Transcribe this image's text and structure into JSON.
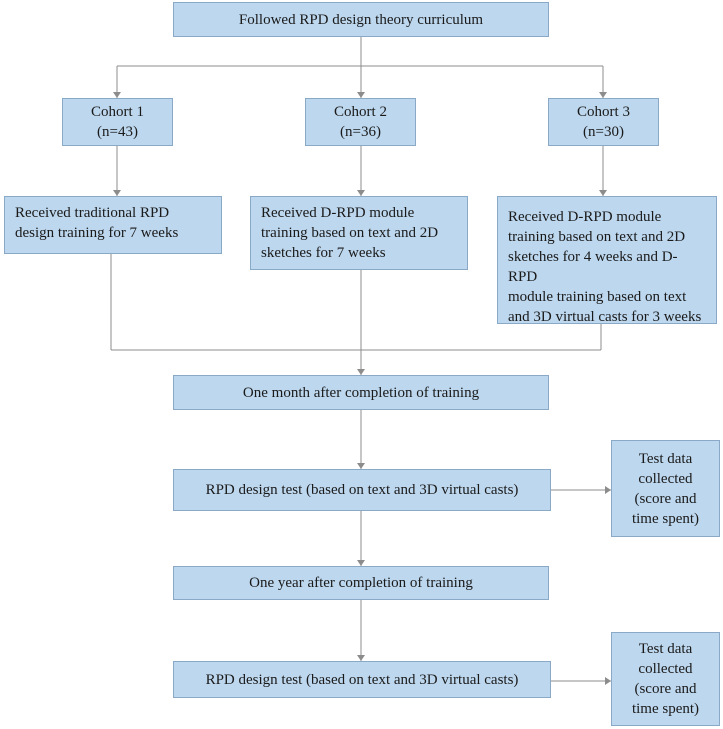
{
  "top": {
    "text": "Followed RPD design theory curriculum"
  },
  "cohorts": [
    {
      "name": "Cohort 1",
      "n": "(n=43)",
      "training": "Received traditional RPD\ndesign training for 7 weeks"
    },
    {
      "name": "Cohort 2",
      "n": "(n=36)",
      "training": "Received D-RPD module\ntraining based on text and 2D\nsketches for 7 weeks"
    },
    {
      "name": "Cohort 3",
      "n": "(n=30)",
      "training": "Received D-RPD module\ntraining based on text and 2D\nsketches for 4 weeks and D-RPD\nmodule training based on text\nand 3D virtual casts for 3 weeks"
    }
  ],
  "month": {
    "text": "One month after completion of training"
  },
  "test1": {
    "text": "RPD design test (based on text and 3D virtual casts)"
  },
  "result1": {
    "text": "Test data\ncollected\n(score and\ntime spent)"
  },
  "year": {
    "text": "One year after completion of training"
  },
  "test2": {
    "text": "RPD design test (based on text and 3D virtual casts)"
  },
  "result2": {
    "text": "Test data\ncollected\n(score and\ntime spent)"
  }
}
